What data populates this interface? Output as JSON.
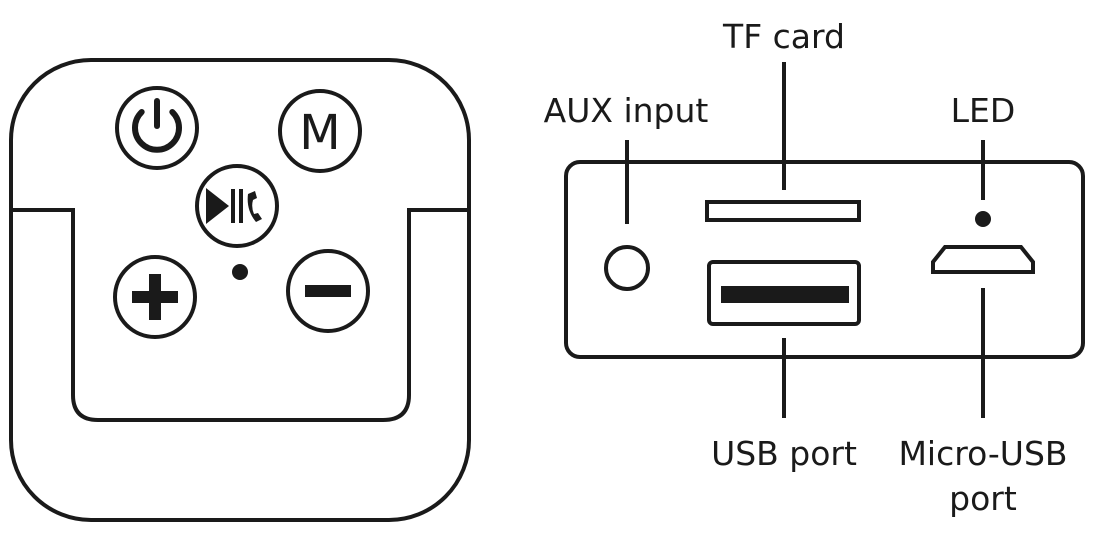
{
  "diagram": {
    "labels": {
      "tf_card": "TF card",
      "aux_input": "AUX input",
      "led": "LED",
      "usb_port": "USB port",
      "micro_usb_line1": "Micro-USB",
      "micro_usb_line2": "port"
    },
    "buttons": {
      "mode": "M"
    },
    "colors": {
      "ink": "#1a1a1a",
      "background": "#ffffff"
    },
    "icons": [
      "power-icon",
      "mode-icon",
      "play-pause-call-icon",
      "plus-icon",
      "minus-icon"
    ]
  }
}
